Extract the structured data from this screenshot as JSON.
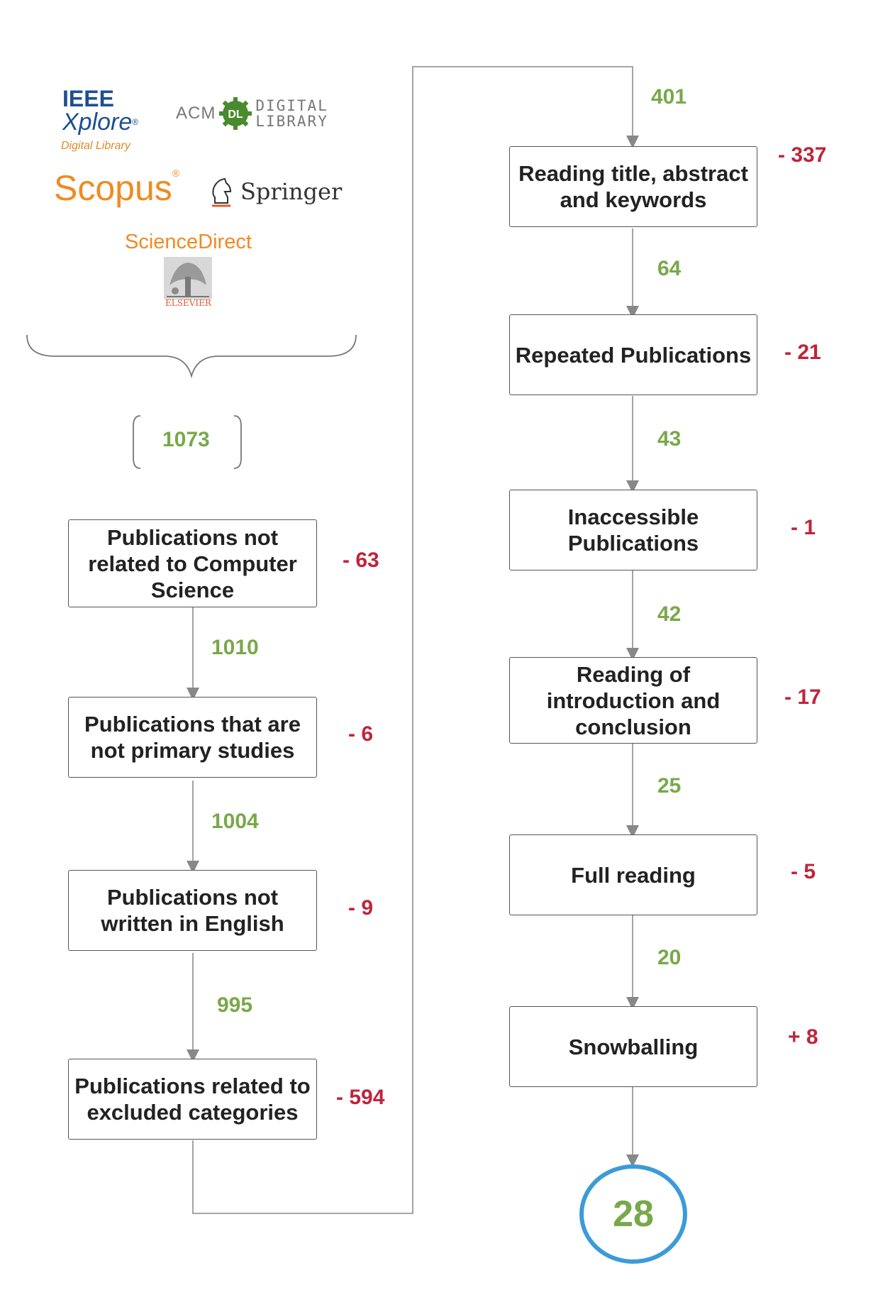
{
  "sources": {
    "ieee": {
      "line1": "IEEE",
      "line2": "Xplore",
      "reg": "®",
      "line3": "Digital Library"
    },
    "acm": {
      "acm": "ACM",
      "dl": "DL",
      "digital": "DIGITAL",
      "library": "LIBRARY"
    },
    "scopus": {
      "name": "Scopus",
      "reg": "®"
    },
    "springer": {
      "name": "Springer"
    },
    "sciencedirect": {
      "name": "ScienceDirect",
      "publisher": "ELSEVIER"
    }
  },
  "total_found": "1073",
  "left_steps": [
    {
      "label": "Publications not related to Computer Science",
      "removed": "- 63",
      "remaining": "1010"
    },
    {
      "label": "Publications that are not primary studies",
      "removed": "- 6",
      "remaining": "1004"
    },
    {
      "label": "Publications not written in English",
      "removed": "- 9",
      "remaining": "995"
    },
    {
      "label": "Publications related to excluded categories",
      "removed": "- 594"
    }
  ],
  "right_steps": [
    {
      "incoming": "401",
      "label": "Reading title, abstract and keywords",
      "removed": "- 337"
    },
    {
      "incoming": "64",
      "label": "Repeated Publications",
      "removed": "- 21"
    },
    {
      "incoming": "43",
      "label": "Inaccessible Publications",
      "removed": "- 1"
    },
    {
      "incoming": "42",
      "label": "Reading of introduction and conclusion",
      "removed": "- 17"
    },
    {
      "incoming": "25",
      "label": "Full reading",
      "removed": "- 5"
    },
    {
      "incoming": "20",
      "label": "Snowballing",
      "removed": "+ 8"
    }
  ],
  "final_result": "28",
  "colors": {
    "count": "#79a84a",
    "removed": "#c0243a",
    "result_ring": "#3b9bd8",
    "connector": "#999999"
  },
  "icons": [
    "springer-knight-icon",
    "elsevier-tree-icon",
    "acm-dl-gear-icon"
  ]
}
